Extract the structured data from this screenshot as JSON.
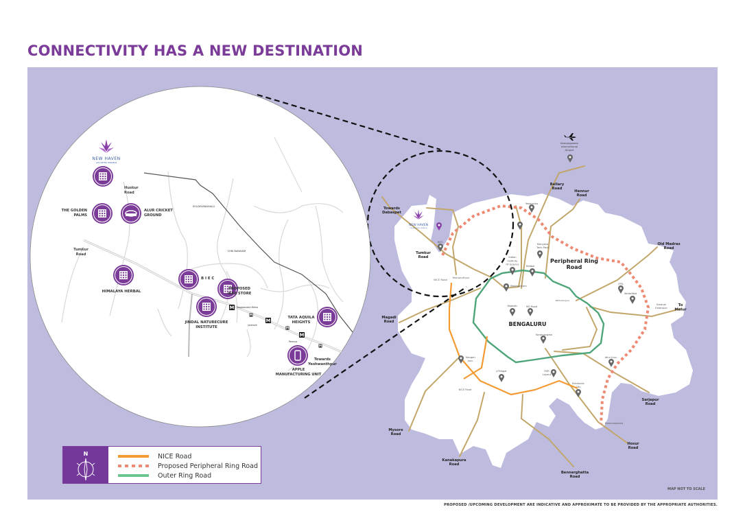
{
  "title": "CONNECTIVITY HAS A NEW DESTINATION",
  "colors": {
    "brand_purple": "#7b3b98",
    "sea_lavender": "#bdbbde",
    "nice_road": "#f39a32",
    "peripheral_ring_road": "#ee8a73",
    "outer_ring_road": "#4fb07a",
    "major_road": "#c2a66a"
  },
  "brand": {
    "name": "NEW HAVEN",
    "tagline": "LIVE A BETTER TOMORROW"
  },
  "inset": {
    "labels": [
      [
        "Huskur",
        "Road"
      ],
      [
        "THE GOLDEN",
        "PALMS"
      ],
      [
        "ALUR CRICKET",
        "GROUND"
      ],
      [
        "Tumkur",
        "Road"
      ],
      [
        "HIMALAYA HERBAL"
      ],
      [
        "B I E C"
      ],
      [
        "PROPOSED",
        "IKEA STORE"
      ],
      [
        "JINDAL NATURECURE",
        "INSTITUTE"
      ],
      [
        "Nagasandra Metro"
      ],
      [
        "Jalahalli"
      ],
      [
        "Peenya"
      ],
      [
        "TATA AQUILA",
        "HEIGHTS"
      ],
      [
        "Towards",
        "Yeshwanthpur"
      ],
      [
        "APPLE",
        "MANUFACTURING UNIT"
      ],
      [
        "SOLDEVANAHALLI"
      ],
      [
        "CHIK BANAVAR"
      ]
    ],
    "landmark_icons": [
      "residential-building-icon",
      "hotel-building-icon",
      "stadium-icon",
      "office-building-icon",
      "exhibition-center-icon",
      "furniture-store-icon",
      "office-building-icon",
      "tower-icon",
      "smartphone-icon"
    ],
    "metro_icon_letter": "M"
  },
  "main": {
    "labels": [
      [
        "Kempegowda",
        "International",
        "Airport"
      ],
      [
        "Bellary",
        "Road"
      ],
      [
        "Hennur",
        "Road"
      ],
      [
        "Towards",
        "Dabaspet"
      ],
      [
        "Tumkur",
        "Road"
      ],
      [
        "BIEC"
      ],
      [
        "Yehalanka"
      ],
      [
        "Manyata",
        "Tech Park"
      ],
      [
        "Peripheral Ring",
        "Road"
      ],
      [
        "Old Madras",
        "Road"
      ],
      [
        "Indian",
        "Institute",
        "Of Science"
      ],
      [
        "Hebbal"
      ],
      [
        "NICE Road"
      ],
      [
        "Yeshwanthpur"
      ],
      [
        "Malleswaram"
      ],
      [
        "ITPL"
      ],
      [
        "Whitefield"
      ],
      [
        "KR Puram Junc"
      ],
      [
        "Karanje",
        "Extension"
      ],
      [
        "To",
        "Malur"
      ],
      [
        "Majestic"
      ],
      [
        "MG Road"
      ],
      [
        "Magadi",
        "Road"
      ],
      [
        "BENGALURU"
      ],
      [
        "Koramangala"
      ],
      [
        "Kengeri",
        "Junc."
      ],
      [
        "Iblur Junc."
      ],
      [
        "J.P.Nagar"
      ],
      [
        "HSR",
        "Layout"
      ],
      [
        "Electronic",
        "City"
      ],
      [
        "NICE Road"
      ],
      [
        "Sarjapur",
        "Road"
      ],
      [
        "Bommasandra"
      ],
      [
        "Mysore",
        "Road"
      ],
      [
        "Hosur",
        "Road"
      ],
      [
        "Kanakapura",
        "Road"
      ],
      [
        "Bennerghatta",
        "Road"
      ]
    ],
    "map_note": "MAP NOT TO SCALE"
  },
  "legend": {
    "compass_letter": "N",
    "items": [
      {
        "label": "NICE Road",
        "style": "solid",
        "color": "#f39a32"
      },
      {
        "label": "Proposed Peripheral Ring Road",
        "style": "dotted",
        "color": "#ee8a73"
      },
      {
        "label": "Outer Ring Road",
        "style": "solid",
        "color": "#6cc48f"
      }
    ]
  },
  "disclaimer": "PROPOSED /UPCOMING DEVELOPMENT ARE INDICATIVE AND APPROXIMATE TO BE PROVIDED BY THE APPROPRIATE AUTHORITIES."
}
